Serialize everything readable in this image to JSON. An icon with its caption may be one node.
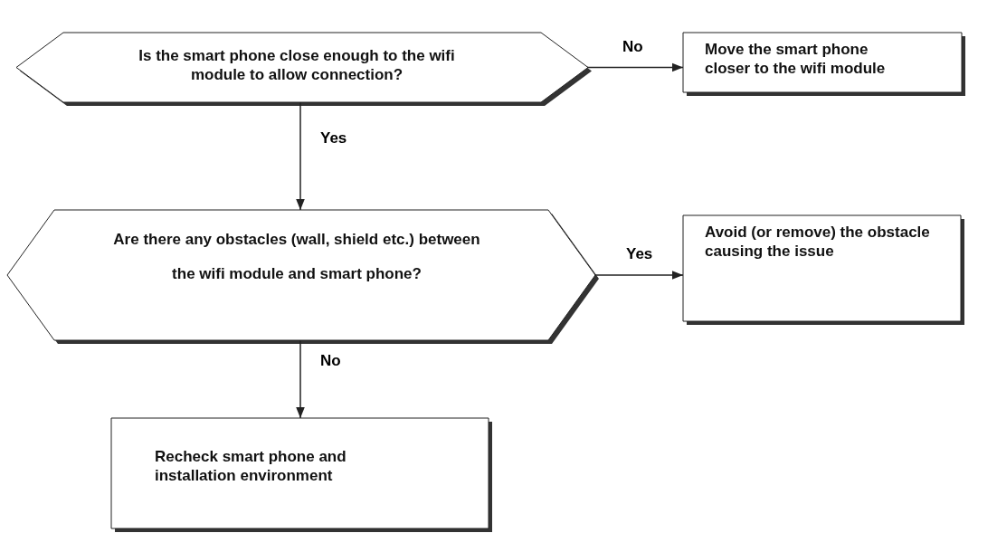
{
  "diagram": {
    "nodes": [
      {
        "text": [
          "Is the smart phone close enough to the wifi module to allow connection?"
        ]
      },
      {
        "text": [
          "Move the smart phone closer to the wifi module"
        ]
      },
      {
        "text": [
          "Are there any obstacles (wall, shield etc.) between the wifi module and smart phone?"
        ]
      },
      {
        "text": [
          "Avoid (or remove) the obstacle causing the issue"
        ]
      },
      {
        "text": [
          "Recheck smart phone and installation environment"
        ]
      }
    ],
    "edges": [
      {
        "from": 0,
        "to": 1,
        "arrow": "to",
        "label": "No"
      },
      {
        "from": 0,
        "to": 2,
        "arrow": "to",
        "label": "Yes"
      },
      {
        "from": 2,
        "to": 3,
        "arrow": "to",
        "label": "Yes"
      },
      {
        "from": 2,
        "to": 4,
        "arrow": "to",
        "label": "No"
      }
    ]
  }
}
